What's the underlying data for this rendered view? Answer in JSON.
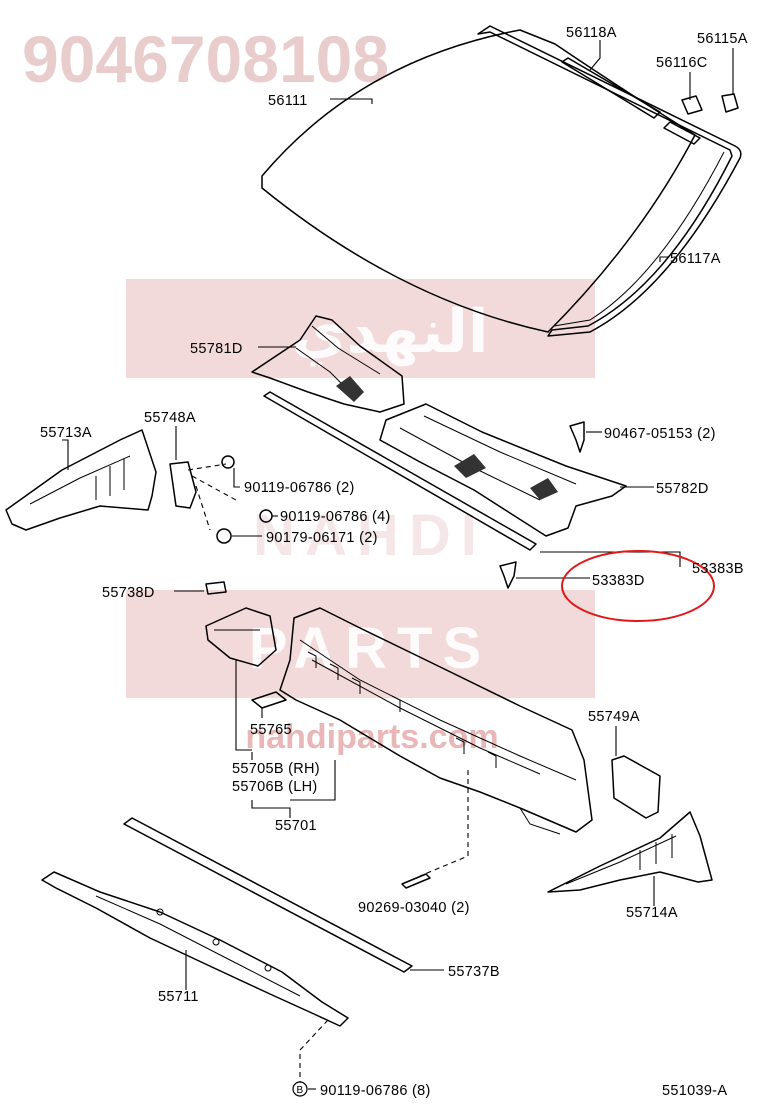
{
  "watermark": {
    "part_number": "9046708108",
    "arabic_brand": "النهدي",
    "line1": "NAHDI",
    "line2": "PARTS",
    "url": "nahdiparts.com"
  },
  "labels": {
    "p56111": "56111",
    "p56118A": "56118A",
    "p56115A": "56115A",
    "p56116C": "56116C",
    "p56117A": "56117A",
    "p55781D": "55781D",
    "p90467": "90467-05153 (2)",
    "p55713A": "55713A",
    "p55748A": "55748A",
    "p90119a": "90119-06786 (2)",
    "p90119b": "90119-06786 (4)",
    "p90179": "90179-06171 (2)",
    "p55782D": "55782D",
    "p53383B": "53383B",
    "p53383D": "53383D",
    "p55738D": "55738D",
    "p55765": "55765",
    "p55705B": "55705B (RH)",
    "p55706B": "55706B (LH)",
    "p55701": "55701",
    "p55749A": "55749A",
    "p90269": "90269-03040 (2)",
    "p55714A": "55714A",
    "p55711": "55711",
    "p55737B": "55737B",
    "p90119c": "90119-06786 (8)",
    "circle_b": "B",
    "diagram_ref": "551039-A"
  },
  "highlight_color": "#e0191b"
}
